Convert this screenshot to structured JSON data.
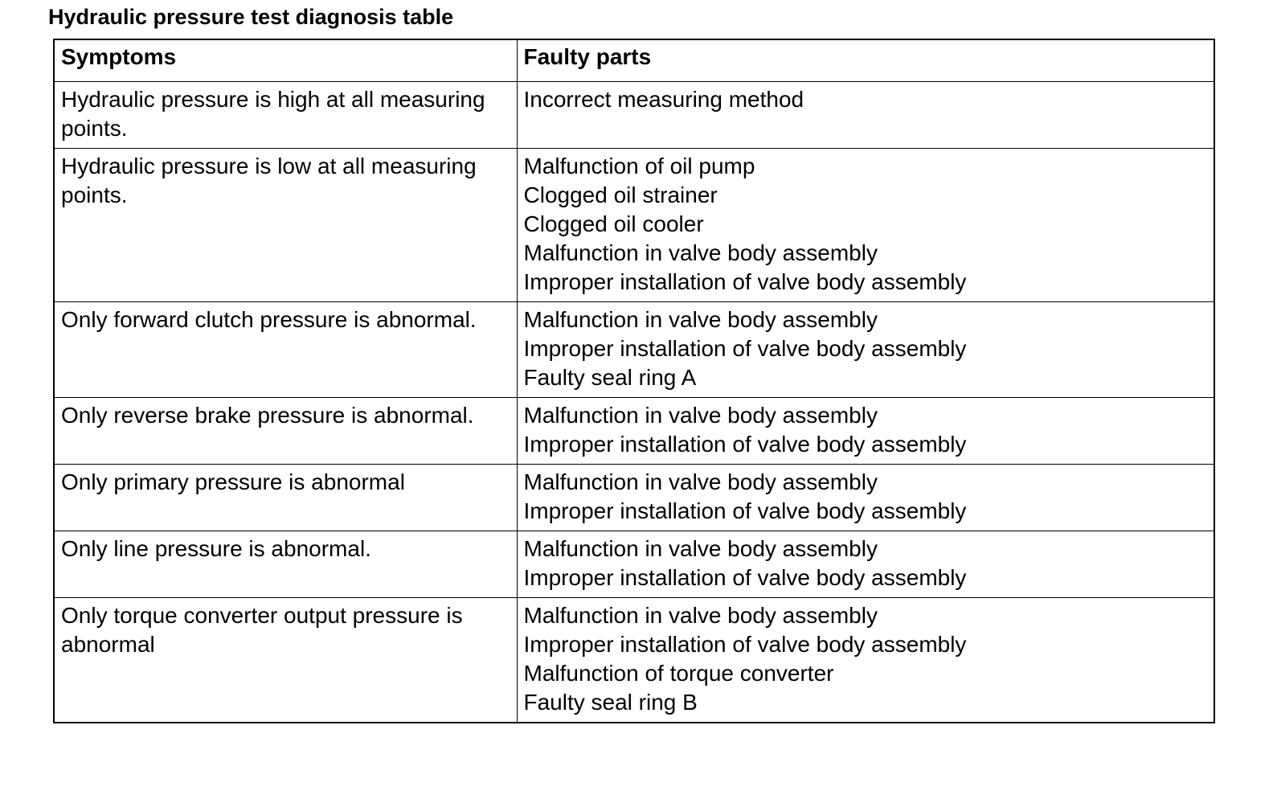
{
  "title": "Hydraulic pressure test diagnosis table",
  "table": {
    "headers": [
      "Symptoms",
      "Faulty parts"
    ],
    "rows": [
      {
        "symptom": "Hydraulic pressure is high at all measuring points.",
        "parts": [
          "Incorrect measuring method"
        ]
      },
      {
        "symptom": "Hydraulic pressure is low at all measuring points.",
        "parts": [
          "Malfunction of oil pump",
          "Clogged oil strainer",
          "Clogged oil cooler",
          "Malfunction in valve body assembly",
          "Improper installation of valve body assembly"
        ]
      },
      {
        "symptom": "Only forward clutch pressure is abnormal.",
        "parts": [
          "Malfunction in valve body assembly",
          "Improper installation of valve body assembly",
          "Faulty seal ring A"
        ]
      },
      {
        "symptom": "Only reverse brake pressure is abnormal.",
        "parts": [
          "Malfunction in valve body assembly",
          "Improper installation of valve body assembly"
        ]
      },
      {
        "symptom": "Only primary pressure is abnormal",
        "parts": [
          "Malfunction in valve body assembly",
          "Improper installation of valve body assembly"
        ]
      },
      {
        "symptom": "Only line pressure is abnormal.",
        "parts": [
          "Malfunction in valve body assembly",
          "Improper installation of valve body assembly"
        ]
      },
      {
        "symptom": "Only torque converter output pressure is abnormal",
        "parts": [
          "Malfunction in valve body assembly",
          "Improper installation of valve body assembly",
          "Malfunction of torque converter",
          "Faulty seal ring B"
        ]
      }
    ]
  }
}
